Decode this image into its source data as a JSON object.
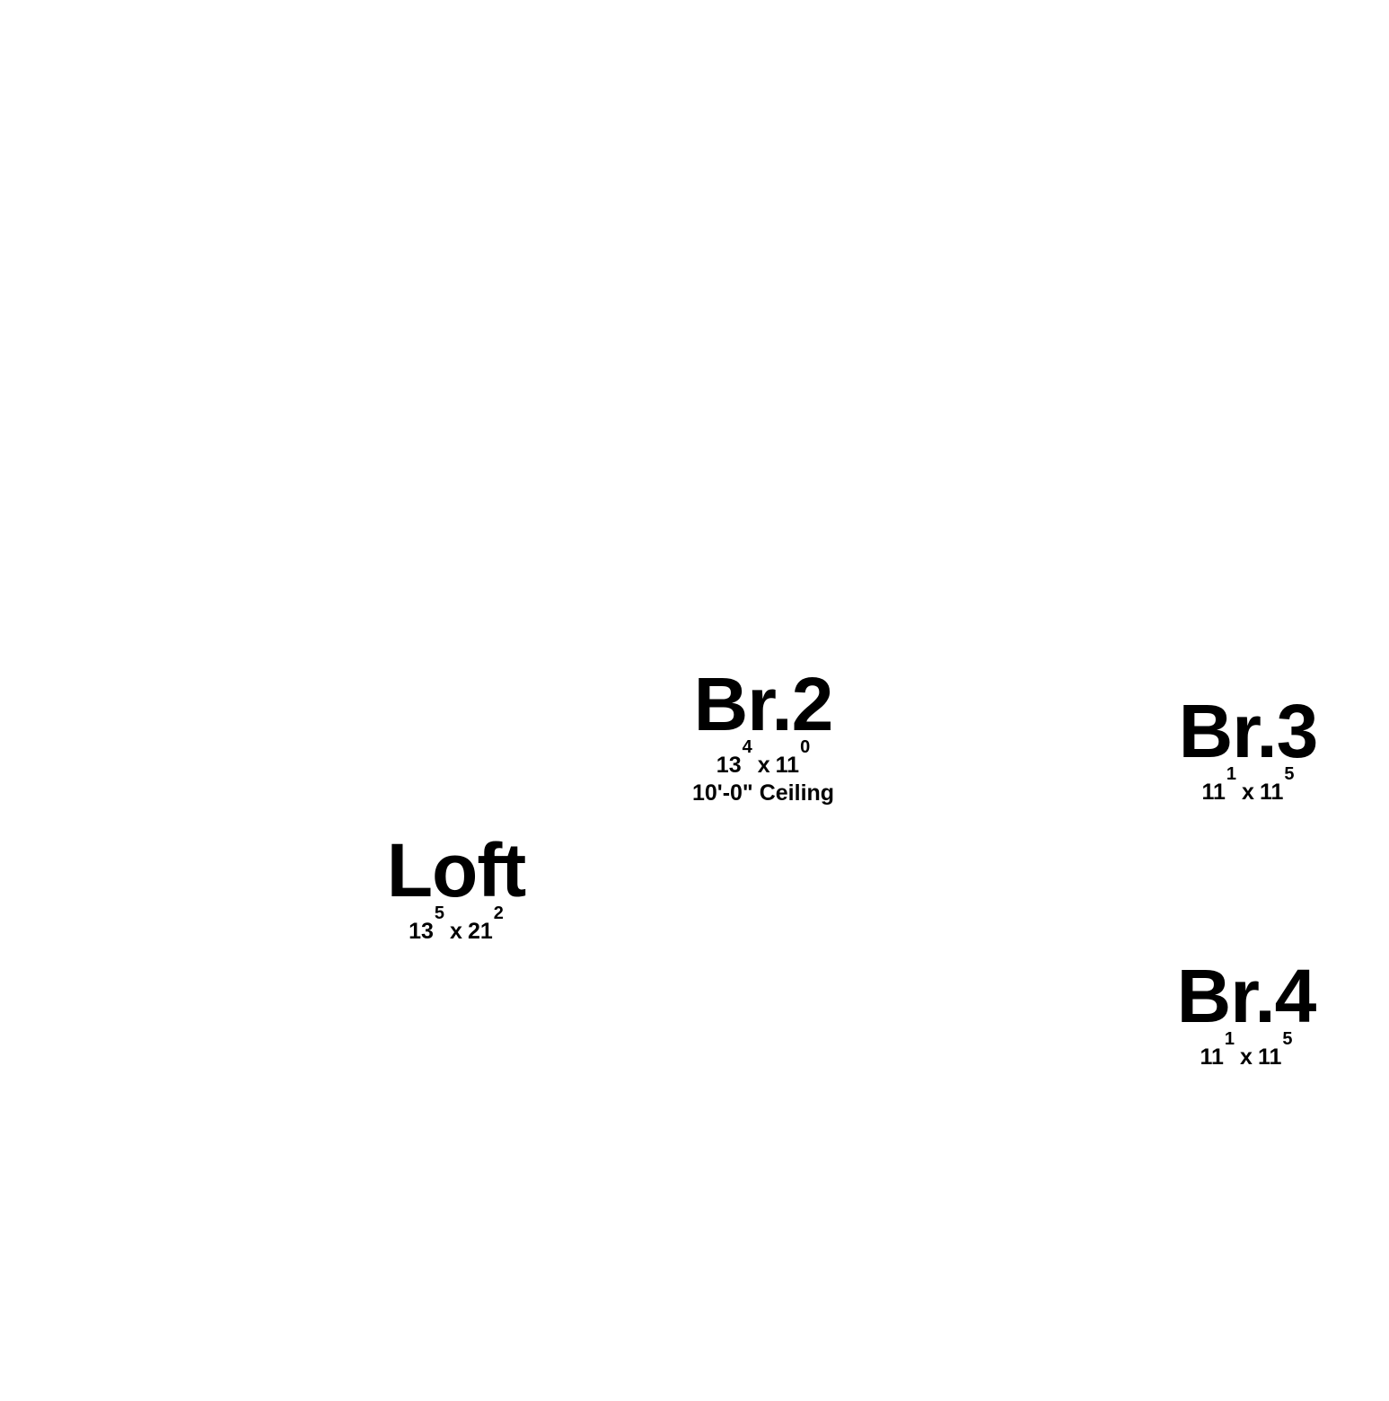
{
  "rooms": [
    {
      "name": "Br.2",
      "width_ft": "13",
      "width_in": "4",
      "separator": "x",
      "length_ft": "11",
      "length_in": "0",
      "note": "10'-0\" Ceiling"
    },
    {
      "name": "Br.3",
      "width_ft": "11",
      "width_in": "1",
      "separator": "x",
      "length_ft": "11",
      "length_in": "5"
    },
    {
      "name": "Loft",
      "width_ft": "13",
      "width_in": "5",
      "separator": "x",
      "length_ft": "21",
      "length_in": "2"
    },
    {
      "name": "Br.4",
      "width_ft": "11",
      "width_in": "1",
      "separator": "x",
      "length_ft": "11",
      "length_in": "5"
    }
  ]
}
